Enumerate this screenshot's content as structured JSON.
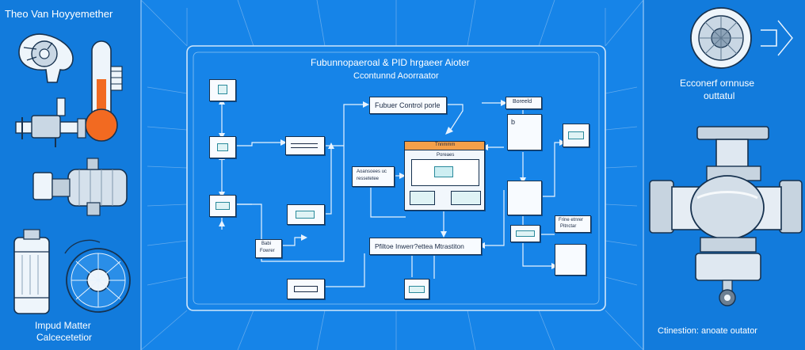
{
  "panels": {
    "left_top_caption": "Theo Van Hoyyemether",
    "left_bottom_caption": [
      "Impud Matter",
      "Calcecetetior"
    ],
    "right_top_caption": [
      "Ecconerf ornnuse",
      "outtatul"
    ],
    "right_bottom_caption": "Ctinestion: anoate outator"
  },
  "diagram": {
    "title": "Fubunnopaeroal & PID hrgaeer Aioter",
    "subtitle": "Ccontunnd Aoorraator",
    "control_label": "Fubuer Control porle",
    "central_header": "Tnnmmm",
    "central_subheader": "Poreaes",
    "left_node_label": [
      "Aoansoees uc",
      "ressetetee"
    ],
    "small_node_label": [
      "Babi",
      "Fowrer"
    ],
    "bottom_label": "Pfiltoe Inwerr?ettea Mtrastiton",
    "right_top_label": "Boreeld",
    "right_node_label": [
      "Frine etnrer",
      "Pitnctar"
    ],
    "node_b_label": "b"
  }
}
